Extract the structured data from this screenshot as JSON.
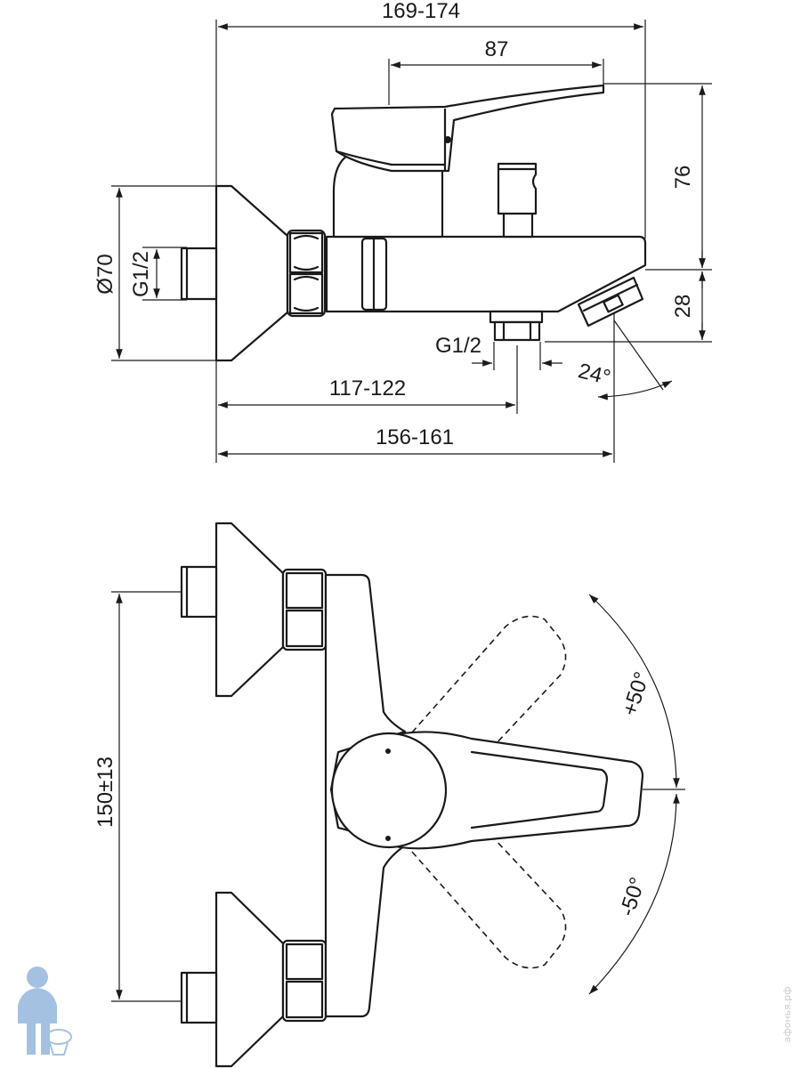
{
  "side_view": {
    "dim_overall_width": "169-174",
    "dim_lever_length": "87",
    "dim_height_upper": "76",
    "dim_height_lower": "28",
    "dim_flange_diameter": "Ø70",
    "dim_inlet_thread": "G1/2",
    "dim_outlet_thread": "G1/2",
    "dim_angle": "24°",
    "dim_outlet_offset": "117-122",
    "dim_spout_reach": "156-161"
  },
  "top_view": {
    "dim_inlet_spacing": "150±13",
    "dim_rotation_plus": "+50°",
    "dim_rotation_minus": "-50°"
  },
  "watermark": {
    "text": "афонья.рф"
  },
  "colors": {
    "line": "#1a1a1a",
    "background": "#ffffff",
    "logo": "#5b8fc9"
  }
}
